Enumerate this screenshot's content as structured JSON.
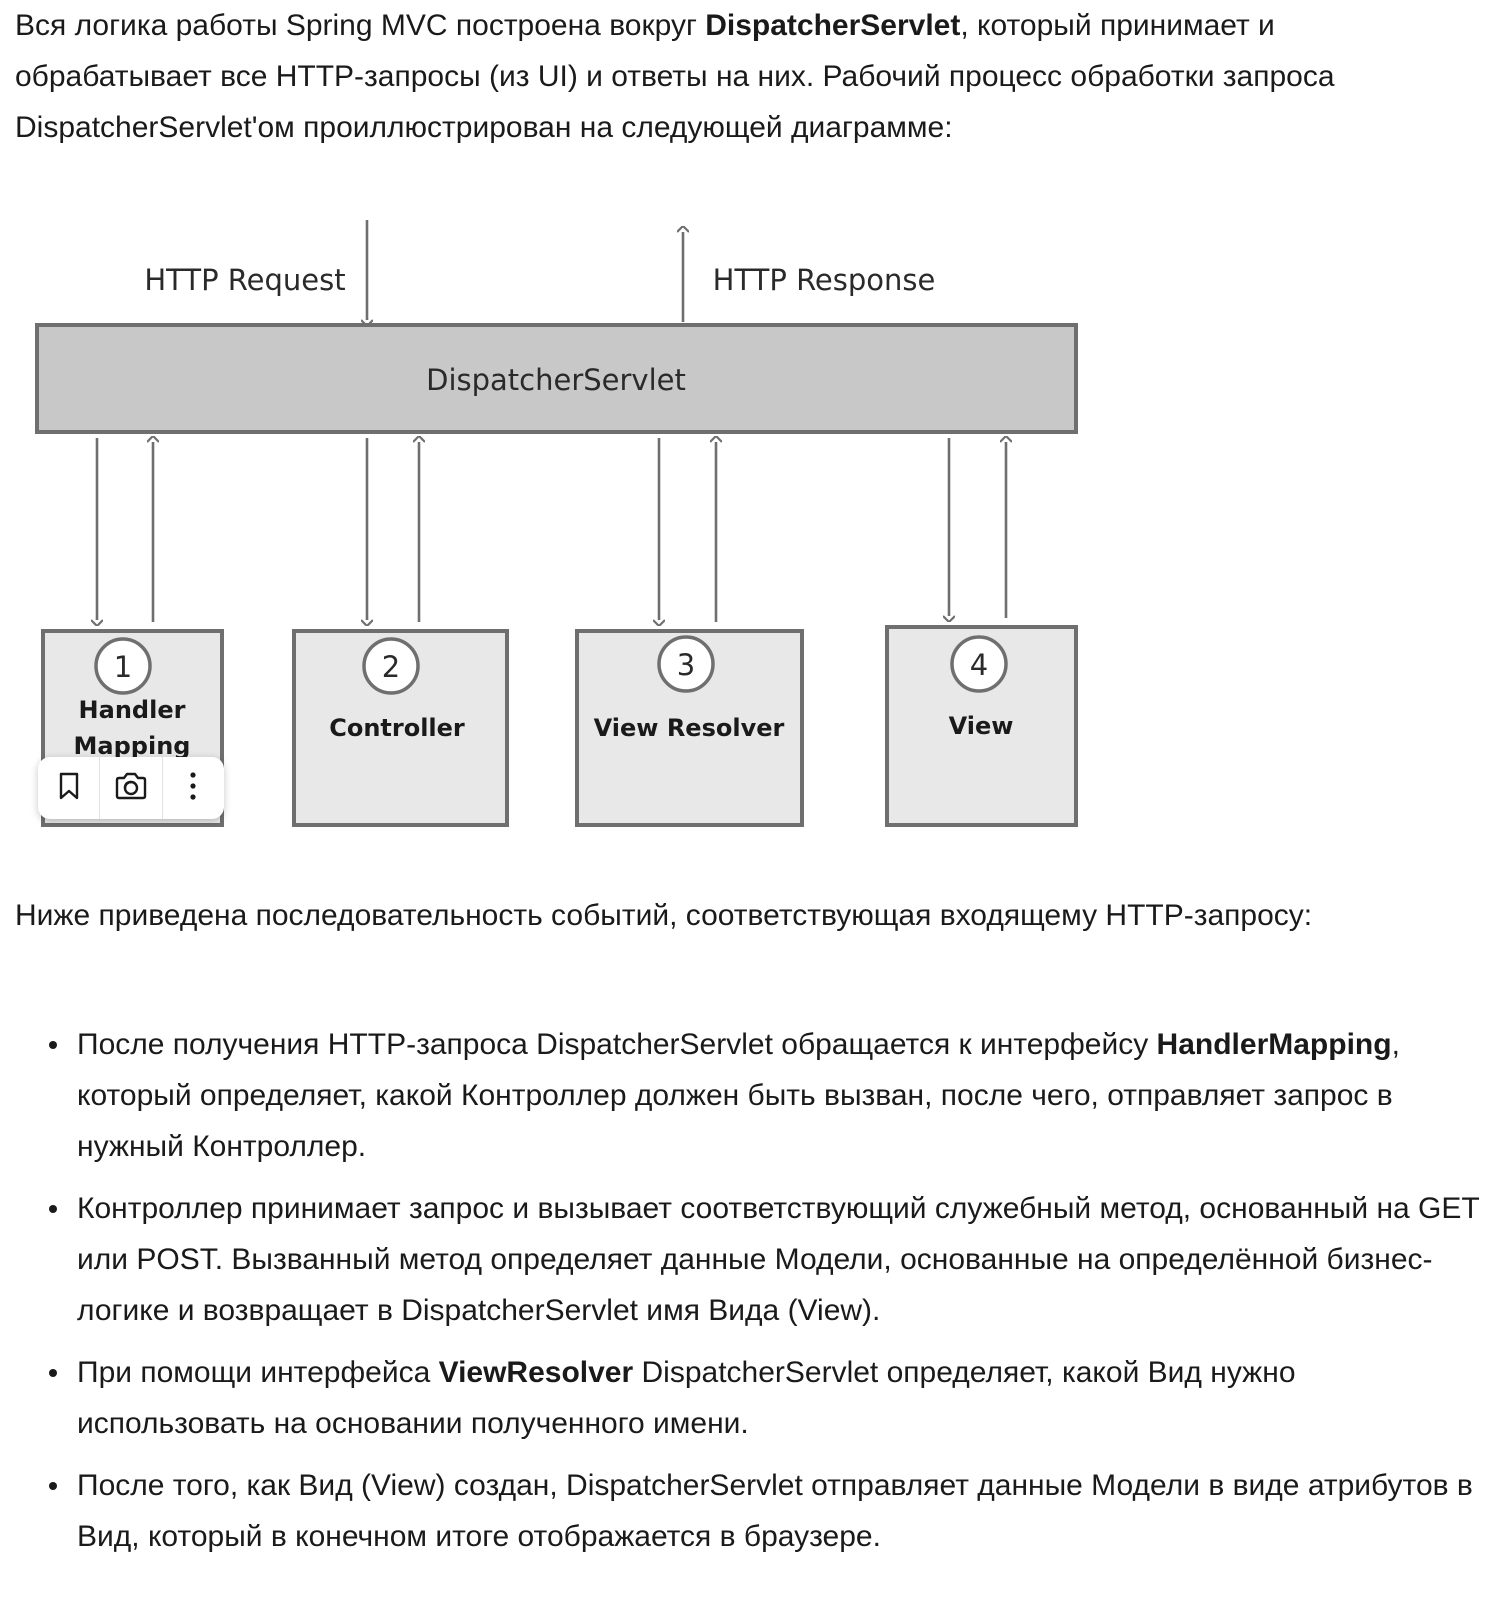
{
  "intro": {
    "part1": "Вся логика работы Spring MVC построена вокруг ",
    "bold": "DispatcherServlet",
    "part2": ", который принимает и обрабатывает все HTTP-запросы (из UI) и ответы на них. Рабочий процесс обработки запроса DispatcherServlet'ом проиллюстрирован на следующей диаграмме:"
  },
  "diagram": {
    "http_request": "HTTP Request",
    "http_response": "HTTP Response",
    "dispatcher": "DispatcherServlet",
    "components": [
      {
        "number": "1",
        "label_line1": "Handler",
        "label_line2": "Mapping"
      },
      {
        "number": "2",
        "label_line1": "Controller"
      },
      {
        "number": "3",
        "label_line1": "View Resolver"
      },
      {
        "number": "4",
        "label_line1": "View"
      }
    ]
  },
  "toolbar": {
    "icons": [
      "bookmark-icon",
      "camera-icon",
      "more-vertical-icon"
    ]
  },
  "sequence_intro": "Ниже приведена последовательность событий, соответствующая входящему HTTP-запросу:",
  "steps": [
    {
      "before": "После получения HTTP-запроса DispatcherServlet обращается к интерфейсу ",
      "bold": "HandlerMapping",
      "after": ", который определяет, какой Контроллер должен быть вызван, после чего, отправляет запрос в нужный Контроллер."
    },
    {
      "before": "Контроллер принимает запрос и вызывает соответствующий служебный метод, основанный на GET или POST. Вызванный метод определяет данные Модели, основанные на определённой бизнес-логике и возвращает в DispatcherServlet имя Вида (View).",
      "bold": "",
      "after": ""
    },
    {
      "before": "При помощи интерфейса ",
      "bold": "ViewResolver",
      "after": " DispatcherServlet определяет, какой Вид нужно использовать на основании полученного имени."
    },
    {
      "before": "После того, как Вид (View) создан, DispatcherServlet отправляет данные Модели в виде атрибутов в Вид, который в конечном итоге отображается в браузере.",
      "bold": "",
      "after": ""
    }
  ]
}
